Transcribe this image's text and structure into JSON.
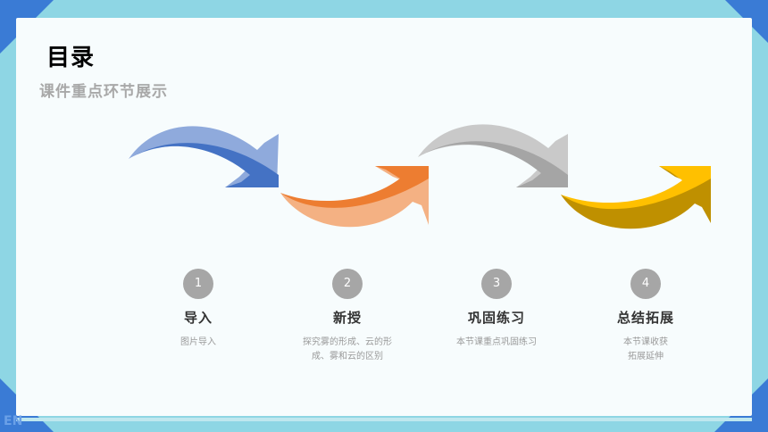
{
  "header": {
    "title": "目录",
    "subtitle": "课件重点环节展示"
  },
  "steps": [
    {
      "number": "1",
      "title": "导入",
      "desc": "图片导入",
      "color": "#4472c4"
    },
    {
      "number": "2",
      "title": "新授",
      "desc": "探究雾的形成、云的形成、雾和云的区别",
      "color": "#ed7d31"
    },
    {
      "number": "3",
      "title": "巩固练习",
      "desc": "本节课重点巩固练习",
      "color": "#a5a5a5"
    },
    {
      "number": "4",
      "title": "总结拓展",
      "desc": "本节课收获\n拓展延伸",
      "color": "#ffc000"
    }
  ],
  "corner_label": "EN",
  "colors": {
    "frame": "#8ed6e4",
    "corner": "#3a7bd5",
    "card": "#f7fcfd"
  }
}
